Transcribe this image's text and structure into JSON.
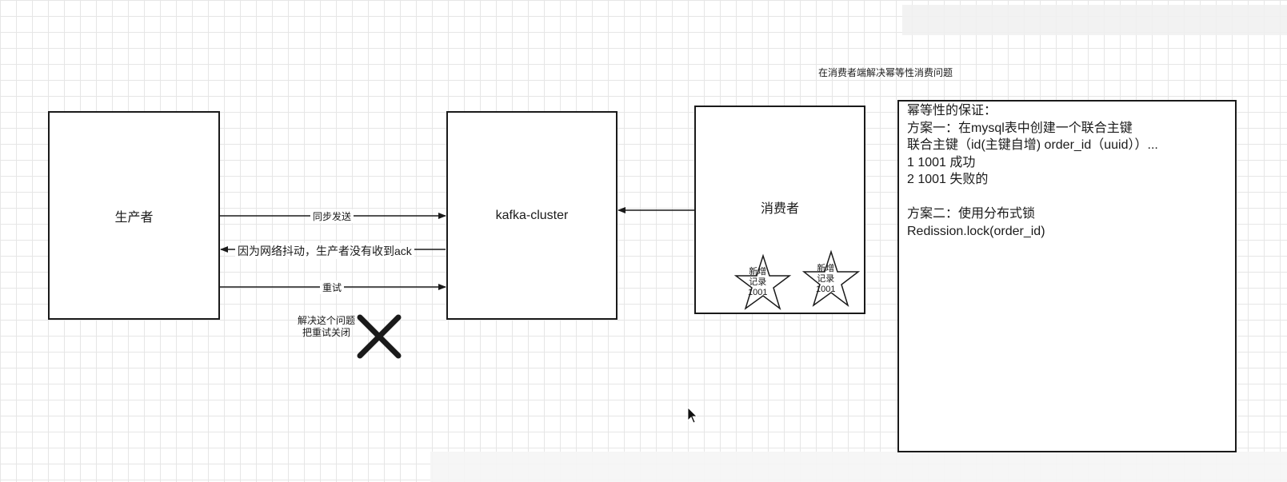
{
  "title": "在消费者端解决幂等性消费问题",
  "nodes": {
    "producer": "生产者",
    "cluster": "kafka-cluster",
    "consumer": "消费者"
  },
  "edges": {
    "sync_send": "同步发送",
    "network_jitter": "因为网络抖动，生产者没有收到ack",
    "retry": "重试"
  },
  "resolution_note": [
    "解决这个问题",
    "把重试关闭"
  ],
  "stars": [
    [
      "新增",
      "记录",
      "1001"
    ],
    [
      "新增",
      "记录",
      "1001"
    ]
  ],
  "note": {
    "lines": [
      "幂等性的保证：",
      "方案一：在mysql表中创建一个联合主键",
      "联合主键（id(主键自增) order_id（uuid））...",
      "1 1001 成功",
      "2 1001 失败的",
      "",
      "方案二：使用分布式锁",
      "Redission.lock(order_id)"
    ]
  },
  "colors": {
    "stroke": "#1a1a1a",
    "grid": "#e6e6e6"
  }
}
